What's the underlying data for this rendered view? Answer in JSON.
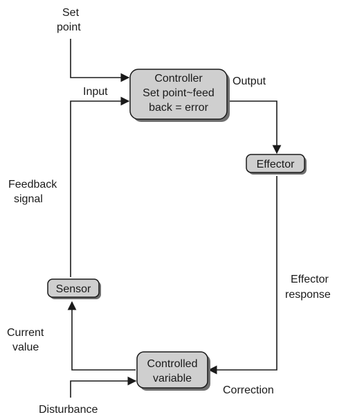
{
  "nodes": {
    "controller": {
      "lines": [
        "Controller",
        "Set point~feed",
        "back = error"
      ]
    },
    "effector": {
      "lines": [
        "Effector"
      ]
    },
    "controlled_variable": {
      "lines": [
        "Controlled",
        "variable"
      ]
    },
    "sensor": {
      "lines": [
        "Sensor"
      ]
    }
  },
  "labels": {
    "set_point": [
      "Set",
      "point"
    ],
    "input": "Input",
    "output": "Output",
    "feedback_signal": [
      "Feedback",
      "signal"
    ],
    "effector_response": [
      "Effector",
      "response"
    ],
    "current_value": [
      "Current",
      "value"
    ],
    "correction": "Correction",
    "disturbance": "Disturbance"
  }
}
